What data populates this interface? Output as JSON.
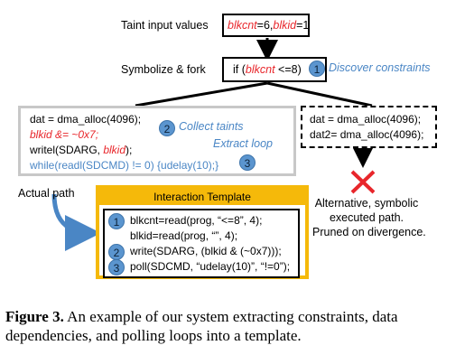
{
  "nodes": {
    "taint_label": "Taint input values",
    "taint_values": {
      "part1": "blkcnt",
      "part2": "=6,",
      "part3": "blkid",
      "part4": "=1"
    },
    "symbolize_label": "Symbolize & fork",
    "fork_cond": {
      "part1": "if (",
      "part2": "blkcnt",
      "part3": " <=8)"
    },
    "discover_label": "Discover constraints",
    "main_path_code": {
      "line1": "dat = dma_alloc(4096);",
      "line2a": "blkid",
      "line2b": " &= ~0x7;",
      "line3a": "writel(SDARG, ",
      "line3b": "blkid",
      "line3c": ");",
      "line4": "while(readl(SDCMD) != 0) {udelay(10);}"
    },
    "collect_label": "Collect taints",
    "extract_label": "Extract loop",
    "actual_path_label": "Actual path",
    "alt_path_code": {
      "line1": "dat  = dma_alloc(4096);",
      "line2": "dat2= dma_alloc(4096);"
    },
    "alt_note": [
      "Alternative, symbolic",
      "executed path.",
      "Pruned on divergence."
    ],
    "template_title": "Interaction Template",
    "template_lines": [
      "blkcnt=read(prog, “<=8”, 4);",
      "blkid=read(prog, “”, 4);",
      "write(SDARG, (blkid & (~0x7)));",
      "poll(SDCMD, “udelay(10)”, “!=0”);"
    ],
    "badges": {
      "one": "1",
      "two": "2",
      "three": "3"
    }
  },
  "colors": {
    "taint_red": "#e8262b",
    "annotation_blue": "#4a86c5",
    "template_orange": "#f5b90a",
    "badge_blue": "#5b95cf"
  },
  "caption": {
    "label": "Figure 3.",
    "text": " An example of our system extracting constraints, data dependencies, and polling loops into a template."
  }
}
